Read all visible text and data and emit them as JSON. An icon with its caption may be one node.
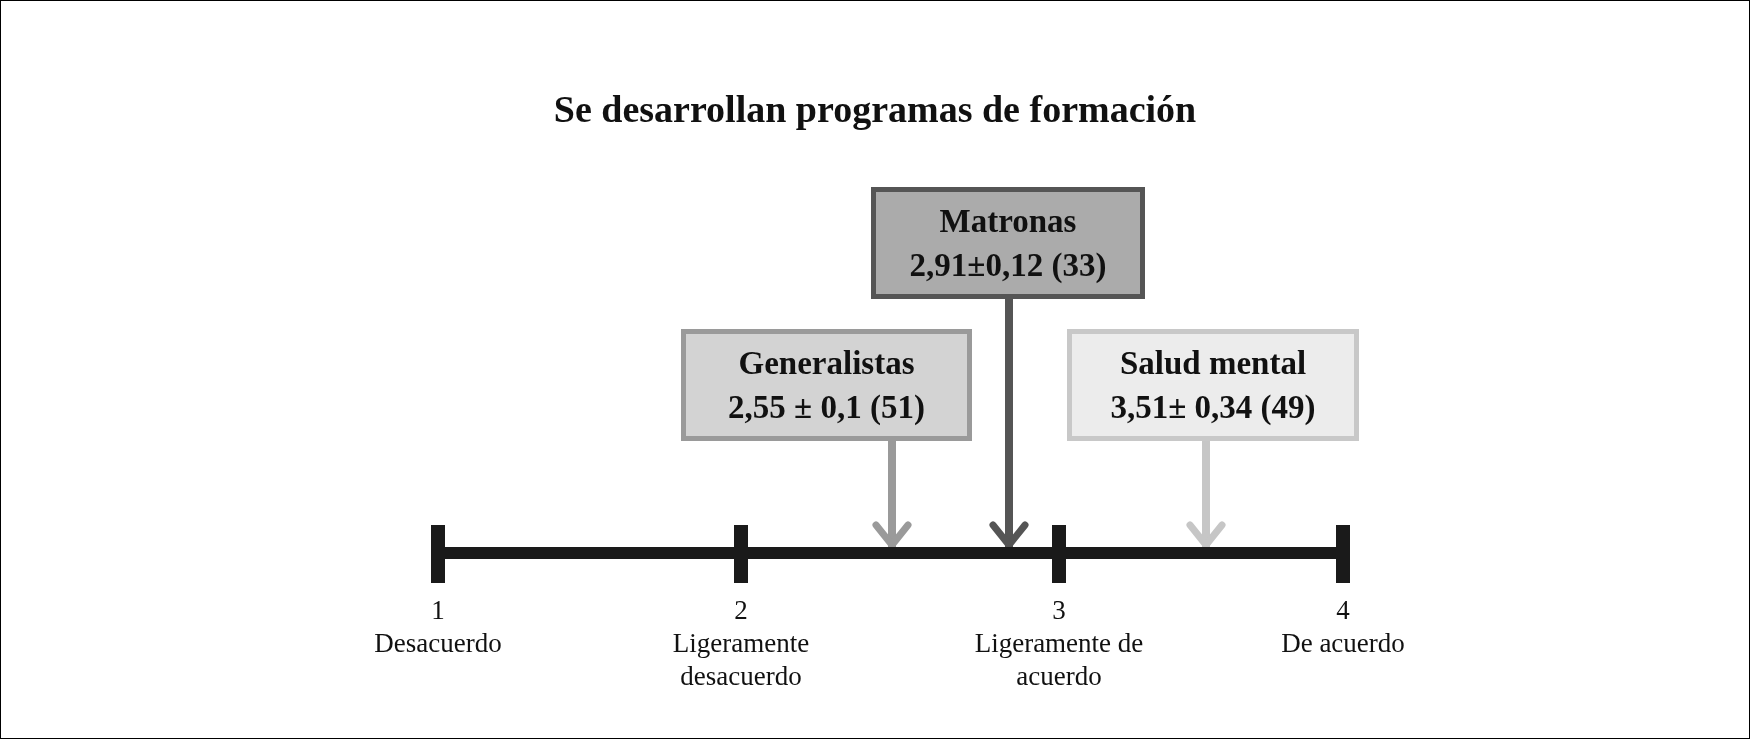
{
  "diagram": {
    "title": "Se desarrollan programas de formación",
    "nodes": [
      {
        "text": [
          "Matronas",
          "2,91±0,12 (33)"
        ]
      },
      {
        "text": [
          "Generalistas",
          "2,55 ± 0,1 (51)"
        ]
      },
      {
        "text": [
          "Salud mental",
          "3,51± 0,34 (49)"
        ]
      },
      {
        "text": [],
        "shape": "bar"
      }
    ],
    "edges": [
      {
        "from": 1,
        "to": 3,
        "arrow": "to",
        "color": "#9a9a9a"
      },
      {
        "from": 0,
        "to": 3,
        "arrow": "to",
        "color": "#555555"
      },
      {
        "from": 2,
        "to": 3,
        "arrow": "to",
        "color": "#c6c6c6"
      }
    ],
    "labels": [
      "1",
      "Desacuerdo",
      "2",
      "Ligeramente desacuerdo",
      "3",
      "Ligeramente de acuerdo",
      "4",
      "De acuerdo"
    ]
  }
}
